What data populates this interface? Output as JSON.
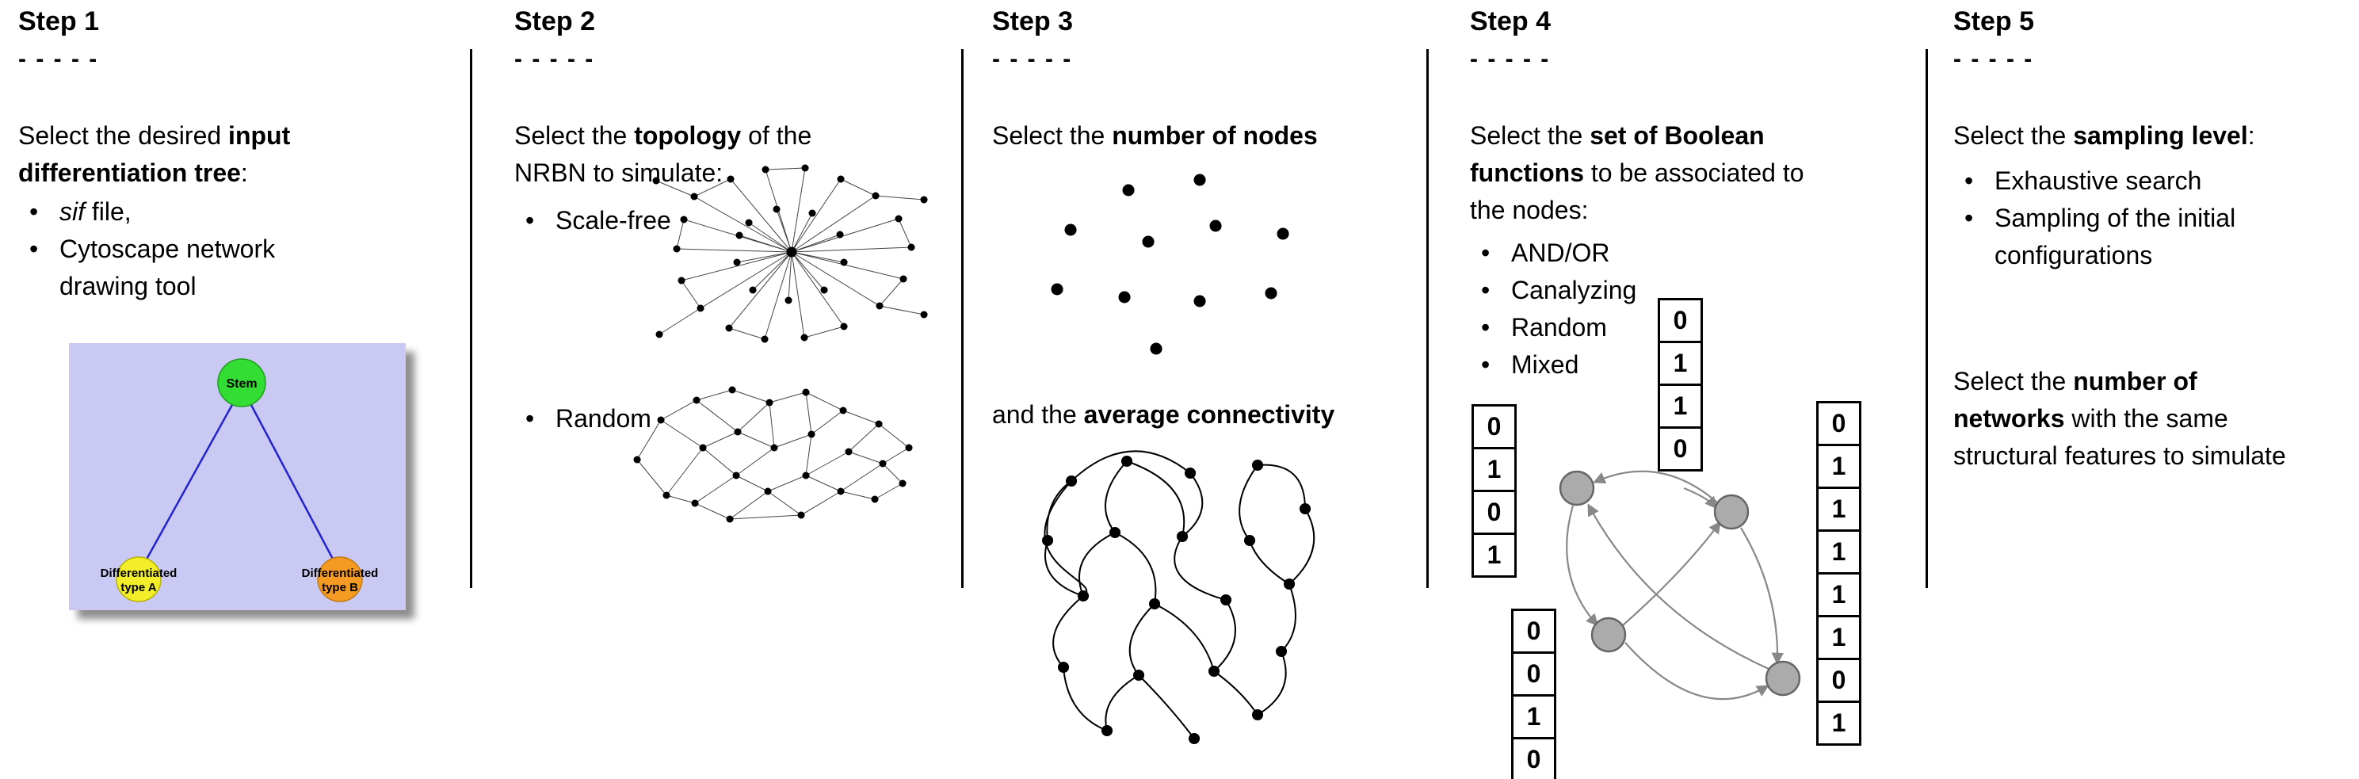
{
  "ui": {
    "bullet": "•"
  },
  "colors": {
    "tree-bg": "#c9c9f4",
    "stem-green": "#33dd33",
    "type-a-yellow": "#f2ee2a",
    "type-b-orange": "#f59a23",
    "edge-blue": "#2323cc",
    "node-gray": "#ababab",
    "arrow-gray": "#888888"
  },
  "steps": {
    "s1": {
      "title": "Step 1",
      "dashes": "- - - - -",
      "intro": {
        "l1_pre": "Select the desired ",
        "l1_bold": "input",
        "l2_bold": "differentiation tree",
        "l2_post": ":"
      },
      "bullet1": {
        "italic": "sif",
        "rest": " file,"
      },
      "bullet2": "Cytoscape network drawing tool",
      "tree": {
        "root": "Stem",
        "left_label_1": "Differentiated",
        "left_label_2": "type A",
        "right_label_1": "Differentiated",
        "right_label_2": "type B"
      }
    },
    "s2": {
      "title": "Step 2",
      "dashes": "- - - - -",
      "intro": {
        "l1_pre": "Select the ",
        "l1_bold": "topology",
        "l1_post": " of the",
        "l2": "NRBN to simulate:"
      },
      "bullet1": "Scale-free",
      "bullet2": "Random"
    },
    "s3": {
      "title": "Step 3",
      "dashes": "- - - - -",
      "line1": {
        "pre": "Select the ",
        "bold": "number of nodes"
      },
      "line2": {
        "pre": "and the ",
        "bold": "average connectivity"
      }
    },
    "s4": {
      "title": "Step 4",
      "dashes": "- - - - -",
      "intro": {
        "l1_pre": "Select the ",
        "l1_bold": "set of Boolean",
        "l2_bold": "functions",
        "l2_post": " to be associated to",
        "l3": "the nodes:"
      },
      "bullets": [
        "AND/OR",
        "Canalyzing",
        "Random",
        "Mixed"
      ],
      "vectors": {
        "top": [
          "0",
          "1",
          "1",
          "0"
        ],
        "left": [
          "0",
          "1",
          "0",
          "1"
        ],
        "bottom_left": [
          "0",
          "0",
          "1",
          "0"
        ],
        "right": [
          "0",
          "1",
          "1",
          "1",
          "1",
          "1",
          "0",
          "1"
        ]
      }
    },
    "s5": {
      "title": "Step 5",
      "dashes": "- - - - -",
      "intro": {
        "pre": "Select the ",
        "bold": "sampling level",
        "post": ":"
      },
      "bullet1": "Exhaustive search",
      "bullet2": "Sampling of the initial configurations",
      "para2": {
        "l1_pre": "Select the ",
        "l1_bold": "number of",
        "l2_bold": "networks",
        "l2_post": " with the same",
        "l3": "structural features to simulate"
      }
    }
  }
}
